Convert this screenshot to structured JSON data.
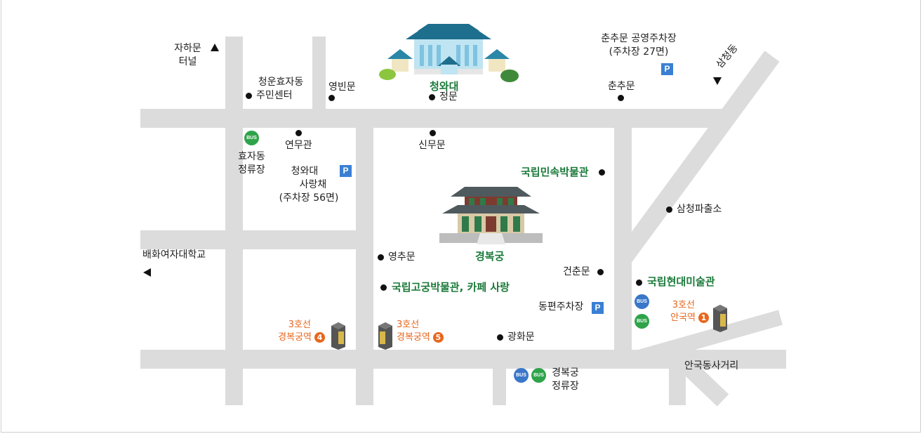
{
  "map": {
    "labels": {
      "jahamun": [
        "자하문",
        "터널"
      ],
      "cheongun": [
        "청운효자동",
        "주민센터"
      ],
      "yeongbinmun": "영빈문",
      "cheongwadae": "청와대",
      "jeongmun": "정문",
      "chunchu_parking": [
        "춘추문 공영주차장",
        "(주차장 27면)"
      ],
      "samcheongdong": "삼청동",
      "chunchumun": "춘추문",
      "yeonmugwan": "연무관",
      "hyoja_stop": [
        "효자동",
        "정류장"
      ],
      "sinmumun": "신무문",
      "sarangchae": [
        "청와대",
        "사랑채",
        "(주차장 56면)"
      ],
      "folk_museum": "국립민속박물관",
      "samcheong_police": "삼청파출소",
      "baehwa": "배화여자대학교",
      "yeongchumun": "영추문",
      "gyeongbokgung": "경복궁",
      "geonchunmun": "건춘문",
      "mmca": "국립현대미술관",
      "palace_museum": "국립고궁박물관, 카페 사랑",
      "east_parking": "동편주차장",
      "gwanghwamun": "광화문",
      "line3_a": "3호선",
      "station4": "경복궁역",
      "station4_num": "4",
      "line3_b": "3호선",
      "station5": "경복궁역",
      "station5_num": "5",
      "line3_c": "3호선",
      "anguk": "안국역",
      "anguk_num": "1",
      "anguk_junction": "안국동사거리",
      "gb_stop": [
        "경복궁",
        "정류장"
      ],
      "parking_badge": "P",
      "bus_badge": "BUS"
    },
    "colors": {
      "road": "#dcdcdc",
      "green_label": "#1b7a3a",
      "orange_label": "#e8661c",
      "parking": "#3a7fd3",
      "bus_green": "#2fa34a",
      "bus_blue": "#3a77c9"
    }
  }
}
